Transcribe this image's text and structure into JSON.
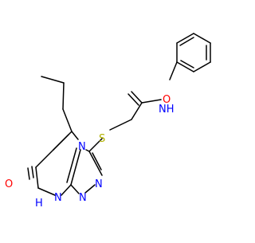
{
  "molecule": {
    "atoms": [
      {
        "id": "O1",
        "label": "O",
        "color": "#ff0000"
      },
      {
        "id": "N1",
        "label": "NH",
        "color": "#0000ff"
      },
      {
        "id": "S1",
        "label": "S",
        "color": "#b2b200"
      },
      {
        "id": "N2",
        "label": "N",
        "color": "#0000ff"
      },
      {
        "id": "N3",
        "label": "N",
        "color": "#0000ff"
      },
      {
        "id": "N4",
        "label": "N",
        "color": "#0000ff"
      },
      {
        "id": "O2",
        "label": "O",
        "color": "#ff0000"
      },
      {
        "id": "N5",
        "label": "N",
        "color": "#0000ff"
      },
      {
        "id": "H5",
        "label": "H",
        "color": "#0000ff"
      }
    ]
  }
}
